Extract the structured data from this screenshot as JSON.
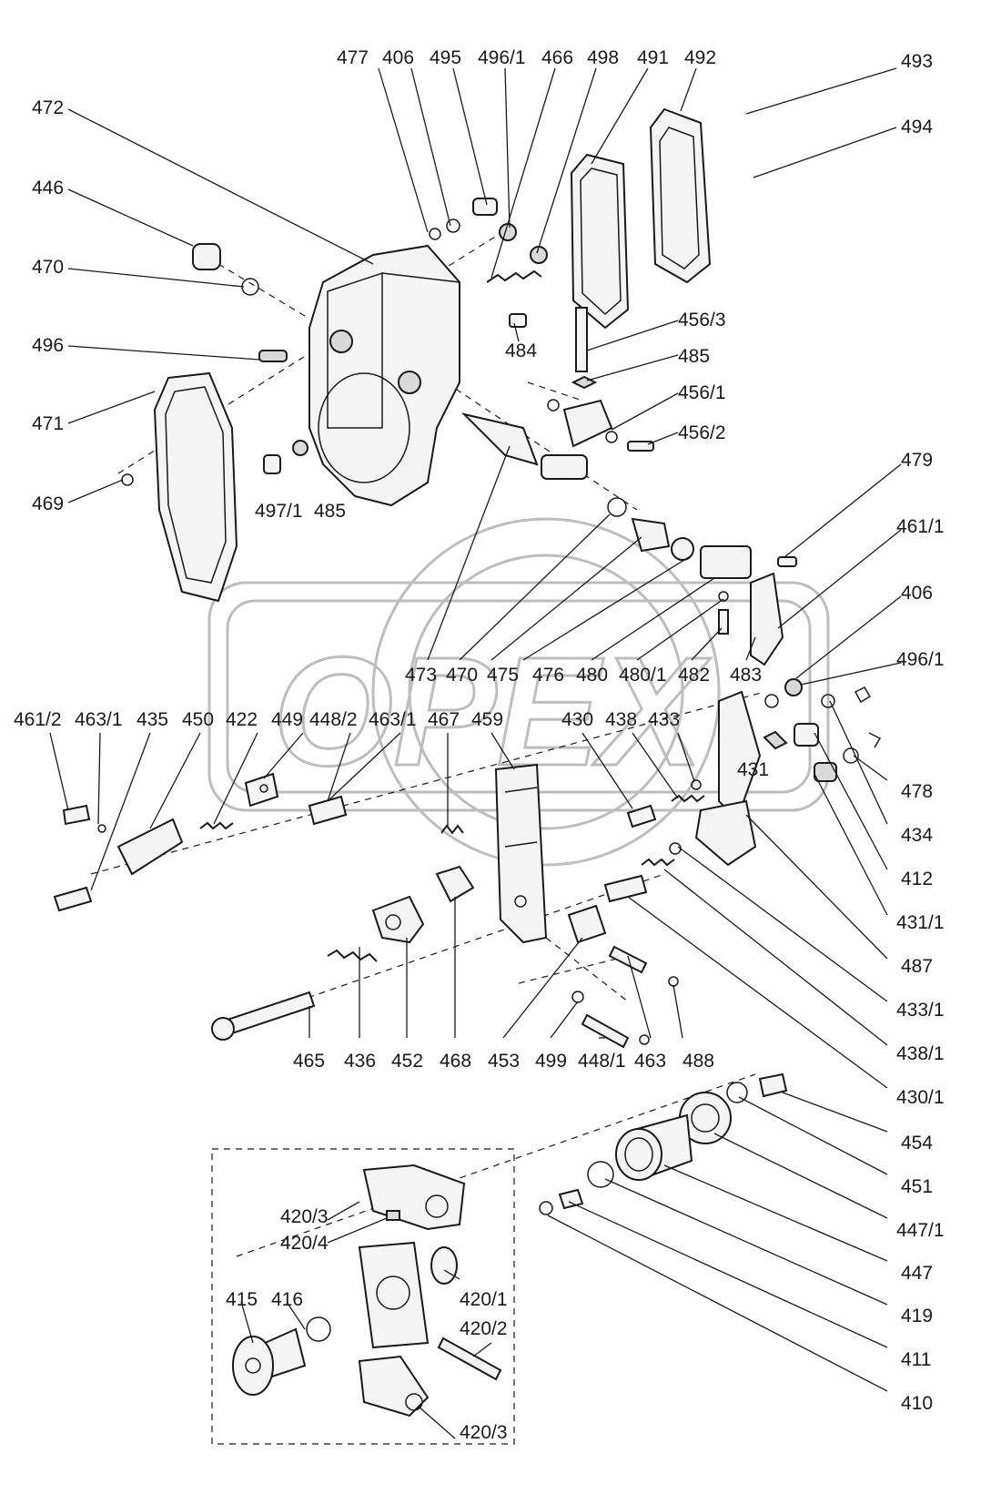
{
  "watermark": "OPEX",
  "labels": [
    "477",
    "406",
    "495",
    "496/1",
    "466",
    "498",
    "491",
    "492",
    "493",
    "494",
    "472",
    "446",
    "470",
    "496",
    "471",
    "469",
    "484",
    "456/3",
    "485",
    "456/1",
    "456/2",
    "497/1",
    "485",
    "479",
    "461/1",
    "406",
    "496/1",
    "473",
    "470",
    "475",
    "476",
    "480",
    "480/1",
    "482",
    "483",
    "461/2",
    "463/1",
    "435",
    "450",
    "422",
    "449",
    "448/2",
    "463/1",
    "467",
    "459",
    "430",
    "438",
    "433",
    "431",
    "478",
    "434",
    "412",
    "431/1",
    "487",
    "433/1",
    "438/1",
    "430/1",
    "465",
    "436",
    "452",
    "468",
    "453",
    "499",
    "448/1",
    "463",
    "488",
    "454",
    "451",
    "447/1",
    "447",
    "419",
    "411",
    "410",
    "420/3",
    "420/4",
    "420/1",
    "420/2",
    "420/3",
    "415",
    "416"
  ]
}
